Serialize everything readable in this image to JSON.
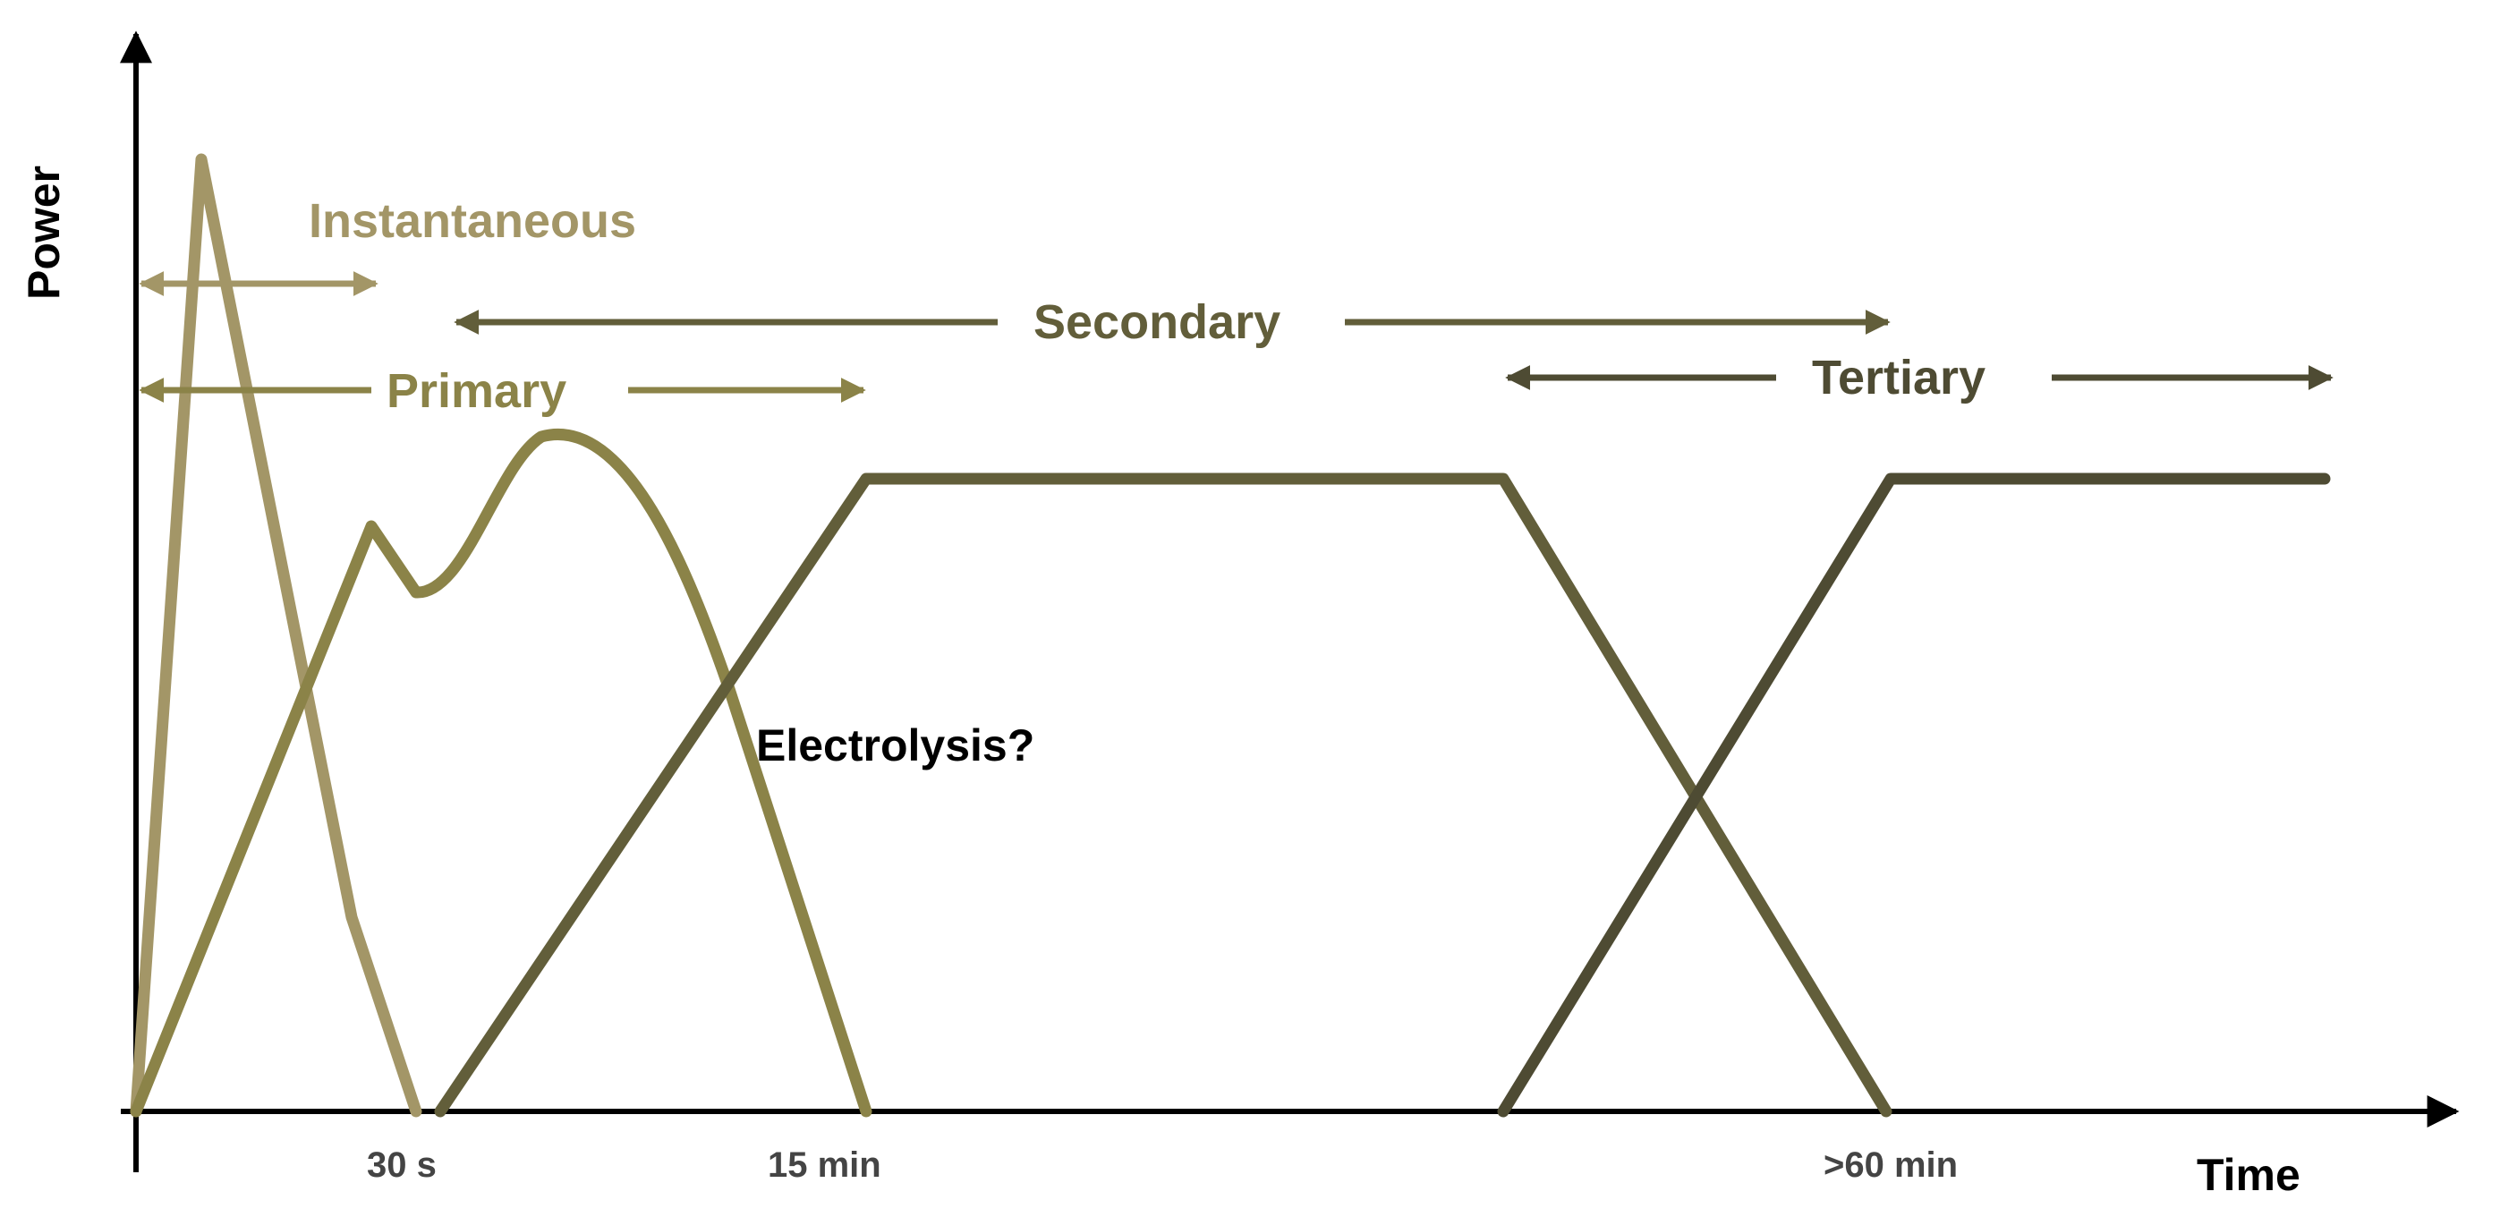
{
  "chart_data": {
    "type": "line",
    "xlabel": "Time",
    "ylabel": "Power",
    "x_tick_labels": [
      "30 s",
      "15 min",
      ">60 min"
    ],
    "annotation": "Electrolysis?",
    "colors": {
      "instantaneous": "#a39667",
      "primary": "#8b8348",
      "secondary": "#625e3a",
      "tertiary": "#4e4b33",
      "axis": "#000000"
    },
    "ranges": [
      {
        "label": "Instantaneous"
      },
      {
        "label": "Secondary"
      },
      {
        "label": "Primary"
      },
      {
        "label": "Tertiary"
      }
    ]
  }
}
